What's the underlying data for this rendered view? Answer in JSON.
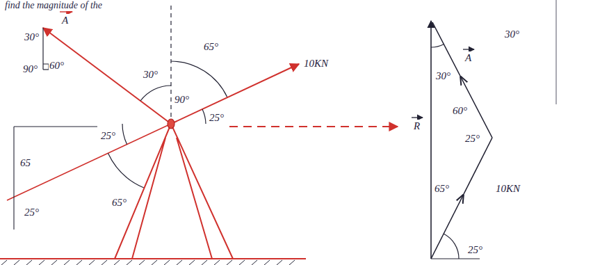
{
  "diagram": {
    "labels": [
      "find the magnitude of the",
      "A",
      "30°",
      "90°",
      "60°",
      "30°",
      "65°",
      "10KN",
      "90°",
      "25°",
      "25°",
      "65",
      "65°",
      "25°",
      "A",
      "30°",
      "30°",
      "R",
      "60°",
      "25°",
      "65°",
      "10KN",
      "25°"
    ]
  }
}
